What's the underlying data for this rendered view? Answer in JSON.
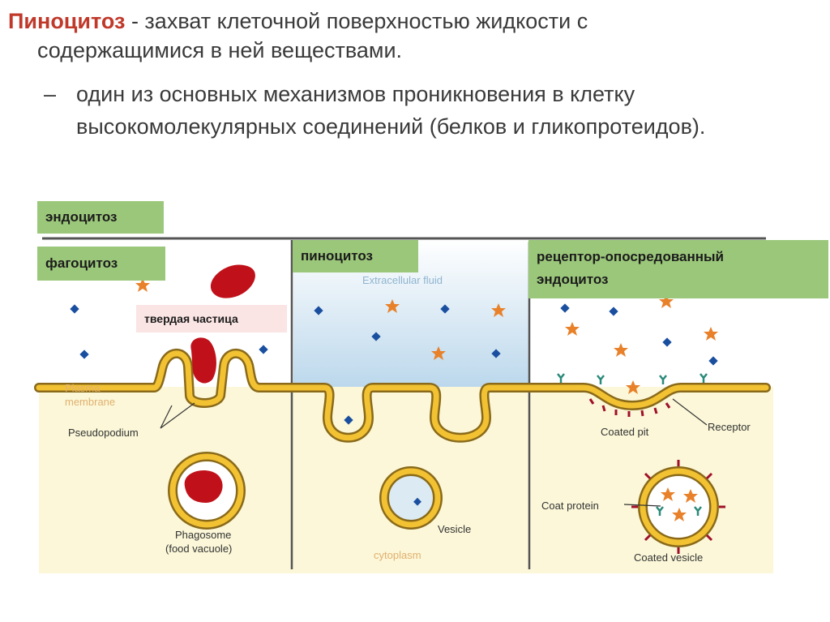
{
  "heading": {
    "term": "Пиноцитоз",
    "definition": " - захват клеточной поверхностью жидкости с",
    "definition_cont": "содержащимися в ней веществами."
  },
  "bullet": {
    "dash": "–",
    "text": "один из основных механизмов проникновения в клетку высокомолекулярных соединений (белков и гликопротеидов)."
  },
  "labels": {
    "endocytosis": "эндоцитоз",
    "phagocytosis": "фагоцитоз",
    "solid_particle": "твердая частица",
    "pinocytosis": "пиноцитоз",
    "receptor_mediated_1": "рецептор-опосредованный",
    "receptor_mediated_2": "эндоцитоз"
  },
  "diagram": {
    "extracellular_fluid": "Extracellular fluid",
    "plasma_membrane_1": "Plasma",
    "plasma_membrane_2": "membrane",
    "pseudopodium": "Pseudopodium",
    "phagosome_1": "Phagosome",
    "phagosome_2": "(food vacuole)",
    "vesicle": "Vesicle",
    "cytoplasm": "cytoplasm",
    "coated_pit": "Coated pit",
    "receptor": "Receptor",
    "coat_protein": "Coat protein",
    "coated_vesicle": "Coated vesicle"
  },
  "colors": {
    "membrane_outer": "#8a6a1a",
    "membrane_fill": "#f2c233",
    "particle": "#c0111a",
    "star": "#e8812a",
    "square": "#1a4fa0",
    "label_bg": "#9bc77a",
    "term": "#c0392b"
  }
}
